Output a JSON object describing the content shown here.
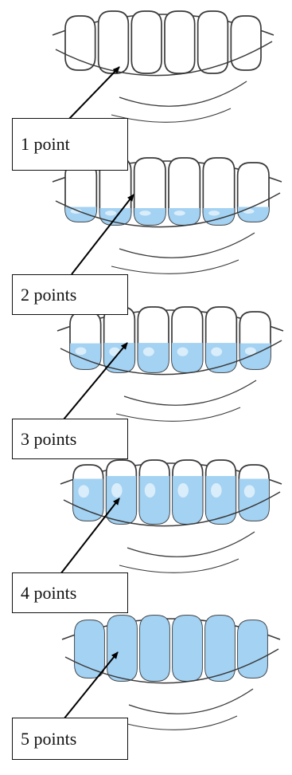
{
  "stages": [
    {
      "label": "1 point"
    },
    {
      "label": "2 points"
    },
    {
      "label": "3 points"
    },
    {
      "label": "4 points"
    },
    {
      "label": "5 points"
    }
  ],
  "colors": {
    "plaque": "#9fd0f2",
    "line": "#3a3a3a",
    "arrow": "#000000"
  }
}
